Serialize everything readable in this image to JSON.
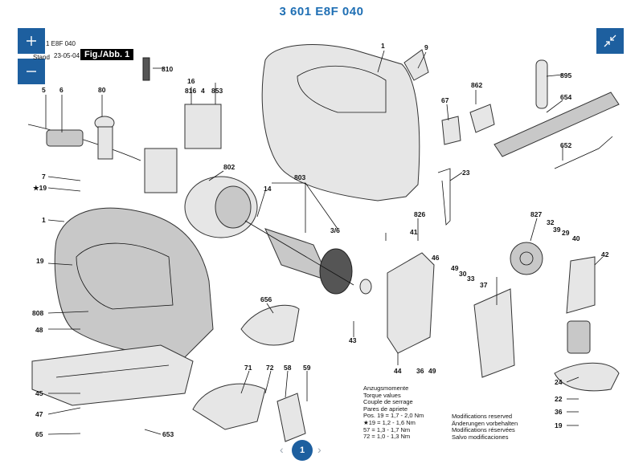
{
  "doc_title": "3 601 E8F 040",
  "header": {
    "model_line": "1 E8F 040",
    "stand_label": "Stand",
    "date": "23-05-04",
    "fig_label": "Fig./Abb. 1"
  },
  "controls": {
    "zoom_in_icon": "plus-icon",
    "zoom_out_icon": "minus-icon",
    "fullscreen_icon": "collapse-arrows-icon"
  },
  "torque": {
    "lines": [
      "Anzugsmomente",
      "Torque values",
      "Couple de serrage",
      "Pares de apriete"
    ],
    "rows": [
      "Pos. 19 = 1,7 - 2,0 Nm",
      "★19 = 1,2 - 1,6 Nm",
      "57 = 1,3 - 1,7 Nm",
      "72 = 1,0 - 1,3 Nm"
    ]
  },
  "modifications": [
    "Modifications reserved",
    "Änderungen vorbehalten",
    "Modifications réservées",
    "Salvo modificaciones"
  ],
  "pager": {
    "current": "1",
    "prev": "‹",
    "next": "›"
  },
  "part_labels": {
    "p1a": "1",
    "p9": "9",
    "p810": "810",
    "p16": "16",
    "p816": "816",
    "p4": "4",
    "p853": "853",
    "p5": "5",
    "p6": "6",
    "p80": "80",
    "p802": "802",
    "p895": "895",
    "p862": "862",
    "p67": "67",
    "p654": "654",
    "p652": "652",
    "p23": "23",
    "p7": "7",
    "p19a": "★19",
    "p1b": "1",
    "p14": "14",
    "p803": "803",
    "p36a": "3/6",
    "p826": "826",
    "p41": "41",
    "p46": "46",
    "p49a": "49",
    "p30": "30",
    "p33": "33",
    "p37": "37",
    "p827": "827",
    "p32": "32",
    "p39": "39",
    "p29": "29",
    "p40": "40",
    "p42": "42",
    "p19b": "19",
    "p808": "808",
    "p48": "48",
    "p656": "656",
    "p43": "43",
    "p44": "44",
    "p36b": "36",
    "p49b": "49",
    "p45": "45",
    "p71": "71",
    "p72": "72",
    "p58": "58",
    "p59": "59",
    "p47": "47",
    "p65": "65",
    "p653": "653",
    "p24": "24",
    "p22": "22",
    "p36c": "36",
    "p19c": "19"
  }
}
